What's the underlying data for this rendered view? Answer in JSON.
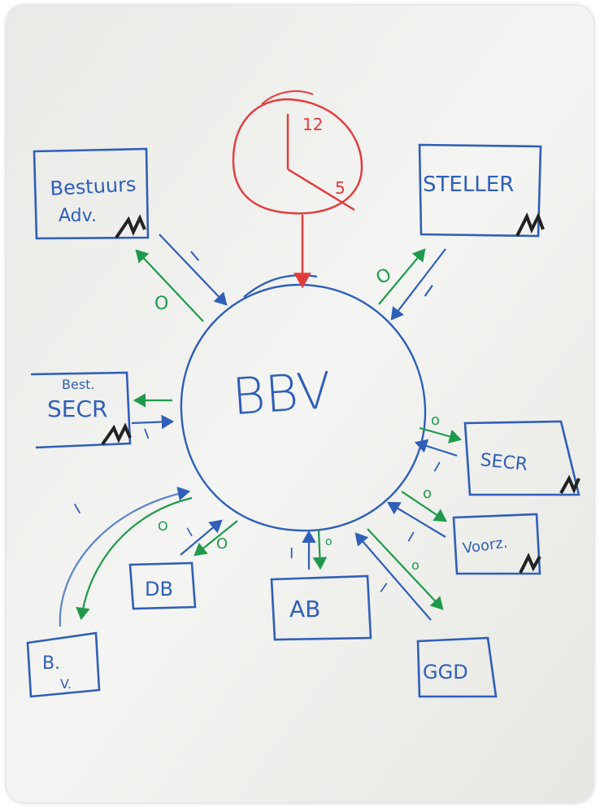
{
  "colors": {
    "board": "#f1f1ee",
    "blue_marker": "#2f5fb8",
    "blue_marker_light": "#5b86c9",
    "green_marker": "#1f9a4c",
    "red_marker": "#e23a3c",
    "black_marker": "#222222"
  },
  "center": {
    "label": "BBV"
  },
  "clock": {
    "label_top": "12",
    "label_bottom": "5"
  },
  "boxes": {
    "bestuurs_adv": {
      "line1": "Bestuurs",
      "line2": "Adv."
    },
    "steller": {
      "label": "STELLER"
    },
    "best_secr": {
      "line1": "Best.",
      "line2": "SECR"
    },
    "secr": {
      "label": "SECR"
    },
    "voorz": {
      "label": "Voorz."
    },
    "db": {
      "label": "DB"
    },
    "ab": {
      "label": "AB"
    },
    "ggd": {
      "label": "GGD"
    },
    "bv": {
      "line1": "B.",
      "line2": "V."
    }
  },
  "arrow_labels": {
    "input": "I",
    "output": "O",
    "output_small": "o"
  }
}
